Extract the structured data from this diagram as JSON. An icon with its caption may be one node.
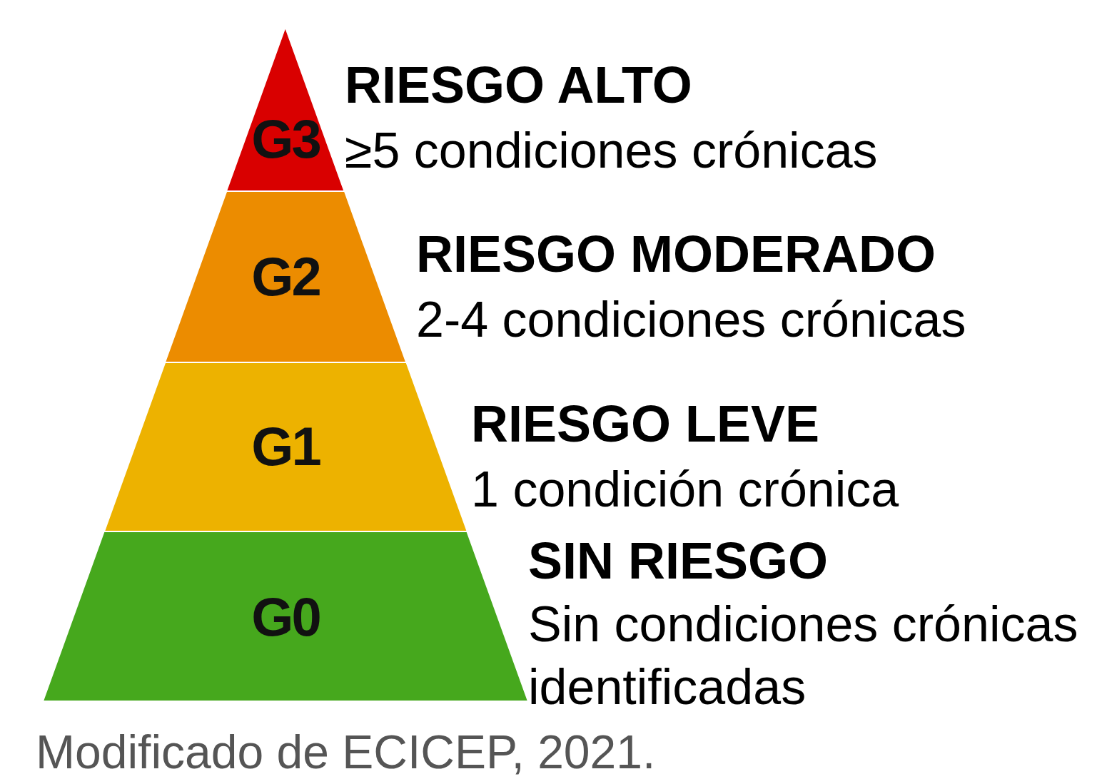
{
  "diagram": {
    "caption": "Modificado de ECICEP, 2021.",
    "nodes": [
      {
        "text": [
          "G3"
        ],
        "beside": [
          "RIESGO ALTO",
          "≥5 condiciones crónicas"
        ]
      },
      {
        "text": [
          "G2"
        ],
        "beside": [
          "RIESGO MODERADO",
          "2-4 condiciones crónicas"
        ]
      },
      {
        "text": [
          "G1"
        ],
        "beside": [
          "RIESGO LEVE",
          "1 condición crónica"
        ]
      },
      {
        "text": [
          "G0"
        ],
        "beside": [
          "SIN RIESGO",
          "Sin condiciones crónicas identificadas"
        ]
      }
    ]
  }
}
